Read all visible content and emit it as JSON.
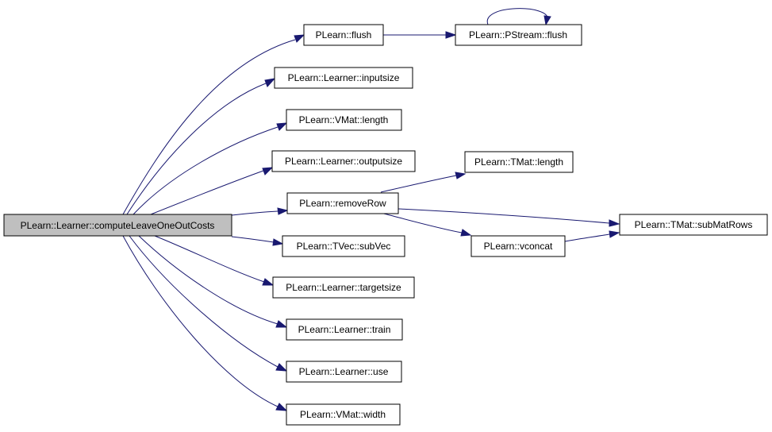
{
  "diagram": {
    "edge_color": "#191970",
    "root_fill": "#bfbfbf",
    "nodes": {
      "compute": "PLearn::Learner::computeLeaveOneOutCosts",
      "flush": "PLearn::flush",
      "pstream_flush": "PLearn::PStream::flush",
      "inputsize": "PLearn::Learner::inputsize",
      "vmat_length": "PLearn::VMat::length",
      "outputsize": "PLearn::Learner::outputsize",
      "removerow": "PLearn::removeRow",
      "tmat_length": "PLearn::TMat::length",
      "vconcat": "PLearn::vconcat",
      "submatrows": "PLearn::TMat::subMatRows",
      "subvec": "PLearn::TVec::subVec",
      "targetsize": "PLearn::Learner::targetsize",
      "train": "PLearn::Learner::train",
      "use": "PLearn::Learner::use",
      "width": "PLearn::VMat::width"
    },
    "edges": [
      [
        "compute",
        "flush"
      ],
      [
        "compute",
        "inputsize"
      ],
      [
        "compute",
        "vmat_length"
      ],
      [
        "compute",
        "outputsize"
      ],
      [
        "compute",
        "removerow"
      ],
      [
        "compute",
        "subvec"
      ],
      [
        "compute",
        "targetsize"
      ],
      [
        "compute",
        "train"
      ],
      [
        "compute",
        "use"
      ],
      [
        "compute",
        "width"
      ],
      [
        "flush",
        "pstream_flush"
      ],
      [
        "pstream_flush",
        "pstream_flush"
      ],
      [
        "removerow",
        "tmat_length"
      ],
      [
        "removerow",
        "submatrows"
      ],
      [
        "removerow",
        "vconcat"
      ],
      [
        "vconcat",
        "submatrows"
      ]
    ]
  }
}
